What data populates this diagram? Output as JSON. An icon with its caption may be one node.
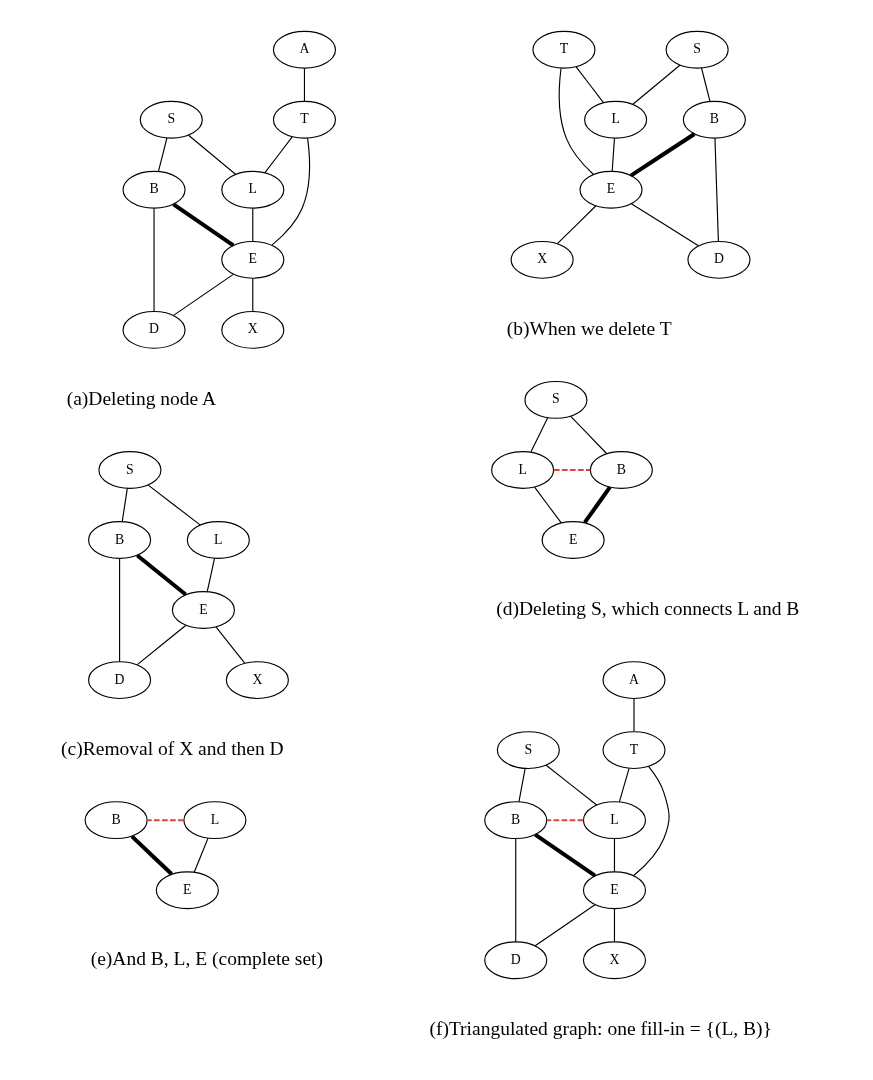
{
  "diagram": {
    "nodes": [
      {
        "text": [
          "A"
        ]
      },
      {
        "text": [
          "S"
        ]
      },
      {
        "text": [
          "T"
        ]
      },
      {
        "text": [
          "L"
        ]
      },
      {
        "text": [
          "B"
        ]
      },
      {
        "text": [
          "E"
        ]
      },
      {
        "text": [
          "X"
        ]
      },
      {
        "text": [
          "D"
        ]
      },
      {
        "text": [
          "S"
        ]
      },
      {
        "text": [
          "T"
        ]
      },
      {
        "text": [
          "L"
        ]
      },
      {
        "text": [
          "B"
        ]
      },
      {
        "text": [
          "E"
        ]
      },
      {
        "text": [
          "X"
        ]
      },
      {
        "text": [
          "D"
        ]
      },
      {
        "text": [
          "S"
        ]
      },
      {
        "text": [
          "L"
        ]
      },
      {
        "text": [
          "B"
        ]
      },
      {
        "text": [
          "E"
        ]
      },
      {
        "text": [
          "X"
        ]
      },
      {
        "text": [
          "D"
        ]
      },
      {
        "text": [
          "S"
        ]
      },
      {
        "text": [
          "L"
        ]
      },
      {
        "text": [
          "B"
        ]
      },
      {
        "text": [
          "E"
        ]
      },
      {
        "text": [
          "L"
        ]
      },
      {
        "text": [
          "B"
        ]
      },
      {
        "text": [
          "E"
        ]
      },
      {
        "text": [
          "A"
        ]
      },
      {
        "text": [
          "S"
        ]
      },
      {
        "text": [
          "T"
        ]
      },
      {
        "text": [
          "L"
        ]
      },
      {
        "text": [
          "B"
        ]
      },
      {
        "text": [
          "E"
        ]
      },
      {
        "text": [
          "X"
        ]
      },
      {
        "text": [
          "D"
        ]
      }
    ],
    "edges": [
      {
        "from": 0,
        "to": 2,
        "arrow": "none"
      },
      {
        "from": 2,
        "to": 3,
        "arrow": "none"
      },
      {
        "from": 1,
        "to": 3,
        "arrow": "none"
      },
      {
        "from": 1,
        "to": 4,
        "arrow": "none"
      },
      {
        "from": 2,
        "to": 5,
        "arrow": "none"
      },
      {
        "from": 3,
        "to": 5,
        "arrow": "none"
      },
      {
        "from": 4,
        "to": 5,
        "arrow": "none",
        "style": "thick"
      },
      {
        "from": 5,
        "to": 6,
        "arrow": "none"
      },
      {
        "from": 5,
        "to": 7,
        "arrow": "none"
      },
      {
        "from": 4,
        "to": 7,
        "arrow": "none"
      },
      {
        "from": 8,
        "to": 10,
        "arrow": "none"
      },
      {
        "from": 8,
        "to": 11,
        "arrow": "none"
      },
      {
        "from": 9,
        "to": 10,
        "arrow": "none"
      },
      {
        "from": 9,
        "to": 12,
        "arrow": "none"
      },
      {
        "from": 10,
        "to": 12,
        "arrow": "none"
      },
      {
        "from": 11,
        "to": 12,
        "arrow": "none",
        "style": "thick"
      },
      {
        "from": 12,
        "to": 13,
        "arrow": "none"
      },
      {
        "from": 12,
        "to": 14,
        "arrow": "none"
      },
      {
        "from": 11,
        "to": 14,
        "arrow": "none"
      },
      {
        "from": 15,
        "to": 16,
        "arrow": "none"
      },
      {
        "from": 15,
        "to": 17,
        "arrow": "none"
      },
      {
        "from": 16,
        "to": 18,
        "arrow": "none"
      },
      {
        "from": 17,
        "to": 18,
        "arrow": "none",
        "style": "thick"
      },
      {
        "from": 18,
        "to": 19,
        "arrow": "none"
      },
      {
        "from": 18,
        "to": 20,
        "arrow": "none"
      },
      {
        "from": 17,
        "to": 20,
        "arrow": "none"
      },
      {
        "from": 21,
        "to": 22,
        "arrow": "none"
      },
      {
        "from": 21,
        "to": 23,
        "arrow": "none"
      },
      {
        "from": 22,
        "to": 23,
        "arrow": "none",
        "style": "dashed",
        "color": "#d9453a"
      },
      {
        "from": 22,
        "to": 24,
        "arrow": "none"
      },
      {
        "from": 23,
        "to": 24,
        "arrow": "none",
        "style": "thick"
      },
      {
        "from": 25,
        "to": 26,
        "arrow": "none",
        "style": "dashed",
        "color": "#d9453a"
      },
      {
        "from": 25,
        "to": 27,
        "arrow": "none"
      },
      {
        "from": 26,
        "to": 27,
        "arrow": "none",
        "style": "thick"
      },
      {
        "from": 28,
        "to": 30,
        "arrow": "none"
      },
      {
        "from": 29,
        "to": 31,
        "arrow": "none"
      },
      {
        "from": 29,
        "to": 32,
        "arrow": "none"
      },
      {
        "from": 30,
        "to": 31,
        "arrow": "none"
      },
      {
        "from": 31,
        "to": 32,
        "arrow": "none",
        "style": "dashed",
        "color": "#d9453a"
      },
      {
        "from": 30,
        "to": 33,
        "arrow": "none"
      },
      {
        "from": 31,
        "to": 33,
        "arrow": "none"
      },
      {
        "from": 32,
        "to": 33,
        "arrow": "none",
        "style": "thick"
      },
      {
        "from": 33,
        "to": 34,
        "arrow": "none"
      },
      {
        "from": 33,
        "to": 35,
        "arrow": "none"
      },
      {
        "from": 32,
        "to": 35,
        "arrow": "none"
      }
    ],
    "labels": [
      "(a)Deleting node A",
      "(b)When we delete T",
      "(c)Removal of X and then D",
      "(d)Deleting S, which connects L and B",
      "(e)And B, L, E (complete set)",
      "(f)Triangulated graph: one fill-in = {(L, B)}"
    ]
  }
}
